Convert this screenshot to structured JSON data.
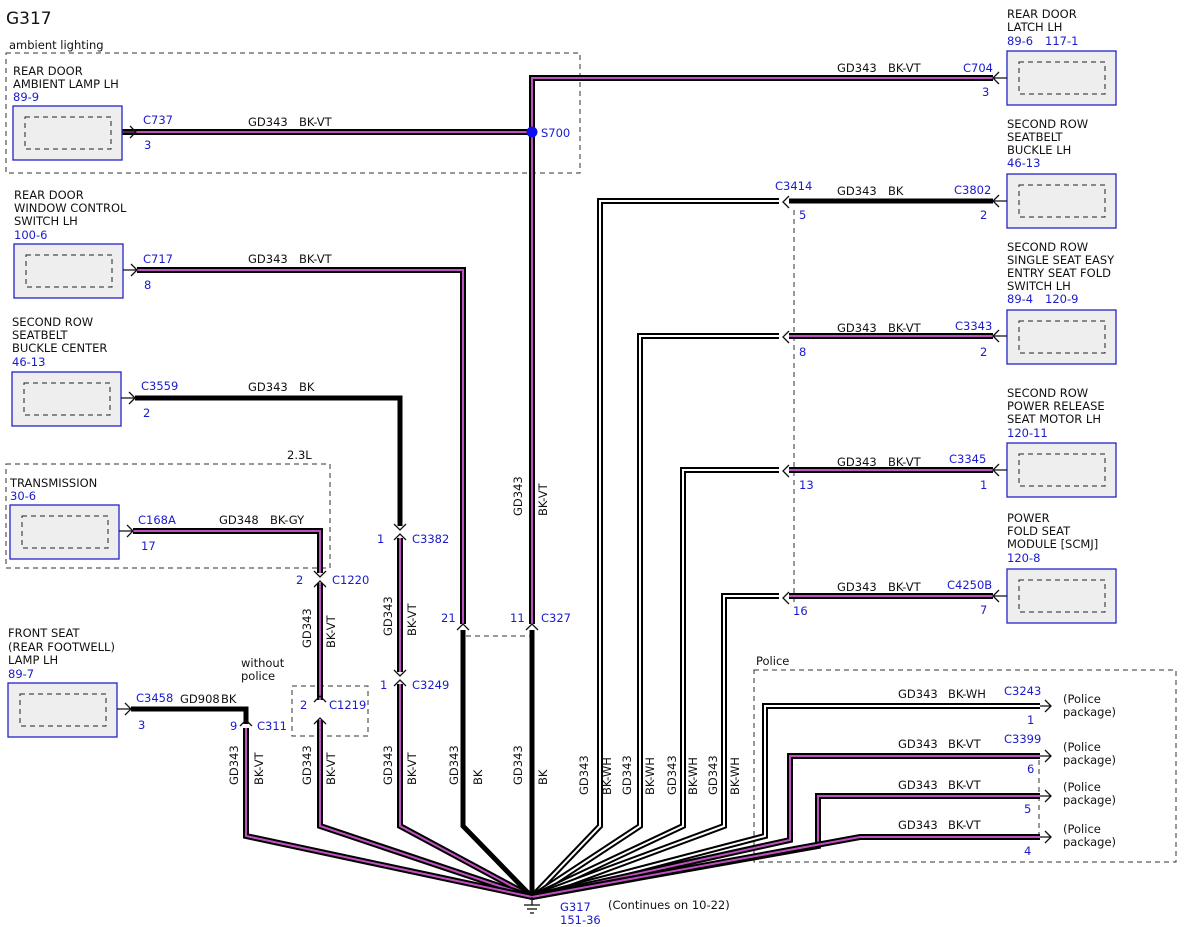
{
  "title": "G317",
  "regions": {
    "ambient": "ambient lighting",
    "engine": "2.3L",
    "police": "Police",
    "without_police": [
      "without",
      "police"
    ]
  },
  "left_components": [
    {
      "id": "rear-door-ambient-lamp-lh",
      "name": [
        "REAR DOOR",
        "AMBIENT LAMP LH"
      ],
      "ref": "89-9",
      "connector": "C737",
      "pin": "3",
      "circuit": "GD343",
      "color": "BK-VT"
    },
    {
      "id": "rear-door-window-control-switch-lh",
      "name": [
        "REAR DOOR",
        "WINDOW CONTROL",
        "SWITCH LH"
      ],
      "ref": "100-6",
      "connector": "C717",
      "pin": "8",
      "circuit": "GD343",
      "color": "BK-VT"
    },
    {
      "id": "second-row-seatbelt-buckle-center",
      "name": [
        "SECOND ROW",
        "SEATBELT",
        "BUCKLE CENTER"
      ],
      "ref": "46-13",
      "connector": "C3559",
      "pin": "2",
      "circuit": "GD343",
      "color": "BK"
    },
    {
      "id": "transmission",
      "name": [
        "TRANSMISSION"
      ],
      "ref": "30-6",
      "connector": "C168A",
      "pin": "17",
      "circuit": "GD348",
      "color": "BK-GY"
    },
    {
      "id": "front-seat-rear-footwell-lamp-lh",
      "name": [
        "FRONT SEAT",
        "(REAR FOOTWELL)",
        "LAMP LH"
      ],
      "ref": "89-7",
      "connector": "C3458",
      "pin": "3",
      "circuit": "GD908",
      "color": "BK"
    }
  ],
  "right_components": [
    {
      "id": "rear-door-latch-lh",
      "name": [
        "REAR DOOR",
        "LATCH LH"
      ],
      "ref": "89-6",
      "ref2": "117-1",
      "connector": "C704",
      "pin": "3",
      "circuit": "GD343",
      "color": "BK-VT"
    },
    {
      "id": "second-row-seatbelt-buckle-lh",
      "name": [
        "SECOND ROW",
        "SEATBELT",
        "BUCKLE LH"
      ],
      "ref": "46-13",
      "connector": "C3802",
      "pin": "2",
      "circuit": "GD343",
      "color": "BK"
    },
    {
      "id": "second-row-easy-entry-seat-fold-switch-lh",
      "name": [
        "SECOND ROW",
        "SINGLE SEAT EASY",
        "ENTRY SEAT FOLD",
        "SWITCH LH"
      ],
      "ref": "89-4",
      "ref2": "120-9",
      "connector": "C3343",
      "pin": "2",
      "circuit": "GD343",
      "color": "BK-VT"
    },
    {
      "id": "second-row-power-release-seat-motor-lh",
      "name": [
        "SECOND ROW",
        "POWER RELEASE",
        "SEAT MOTOR LH"
      ],
      "ref": "120-11",
      "connector": "C3345",
      "pin": "1",
      "circuit": "GD343",
      "color": "BK-VT"
    },
    {
      "id": "power-fold-seat-module",
      "name": [
        "POWER",
        "FOLD SEAT",
        "MODULE [SCMJ]"
      ],
      "ref": "120-8",
      "connector": "C4250B",
      "pin": "7",
      "circuit": "GD343",
      "color": "BK-VT"
    }
  ],
  "c3414": {
    "connector": "C3414",
    "pins": [
      "5",
      "8",
      "13",
      "16"
    ]
  },
  "inline": {
    "s700": "S700",
    "c327": {
      "connector": "C327",
      "pins": [
        "21",
        "11"
      ]
    },
    "c3382": {
      "connector": "C3382",
      "pin": "1"
    },
    "c3249": {
      "connector": "C3249",
      "pin": "1"
    },
    "c1220": {
      "connector": "C1220",
      "pin": "2"
    },
    "c1219": {
      "connector": "C1219",
      "pin": "2"
    },
    "c311": {
      "connector": "C311",
      "pin": "9"
    }
  },
  "vertical_labels": {
    "s700_trunk": {
      "circuit": "GD343",
      "color": "BK-VT"
    },
    "c1220_c1219": {
      "circuit": "GD343",
      "color": "BK-VT"
    },
    "c3382_c3249": {
      "circuit": "GD343",
      "color": "BK-VT"
    }
  },
  "bottom_labels": [
    {
      "circuit": "GD343",
      "color": "BK-VT"
    },
    {
      "circuit": "GD343",
      "color": "BK-VT"
    },
    {
      "circuit": "GD343",
      "color": "BK-VT"
    },
    {
      "circuit": "GD343",
      "color": "BK"
    },
    {
      "circuit": "GD343",
      "color": "BK"
    },
    {
      "circuit": "GD343",
      "color": "BK-WH"
    },
    {
      "circuit": "GD343",
      "color": "BK-WH"
    },
    {
      "circuit": "GD343",
      "color": "BK-WH"
    },
    {
      "circuit": "GD343",
      "color": "BK-WH"
    }
  ],
  "police_wires": [
    {
      "circuit": "GD343",
      "color": "BK-WH",
      "connector": "C3243",
      "pin": "1",
      "dest": [
        "(Police",
        "package)"
      ]
    },
    {
      "circuit": "GD343",
      "color": "BK-VT",
      "connector": "C3399",
      "pin": "6",
      "dest": [
        "(Police",
        "package)"
      ]
    },
    {
      "circuit": "GD343",
      "color": "BK-VT",
      "pin": "5",
      "dest": [
        "(Police",
        "package)"
      ]
    },
    {
      "circuit": "GD343",
      "color": "BK-VT",
      "pin": "4",
      "dest": [
        "(Police",
        "package)"
      ]
    }
  ],
  "ground": {
    "name": "G317",
    "ref": "151-36",
    "note": "(Continues on 10-22)"
  },
  "colors": {
    "connector_blue": "#1a1acc",
    "wire_violet": "#c050c0",
    "wire_white": "#ffffff",
    "wire_black": "#000000",
    "splice_blue": "#1010ee"
  }
}
